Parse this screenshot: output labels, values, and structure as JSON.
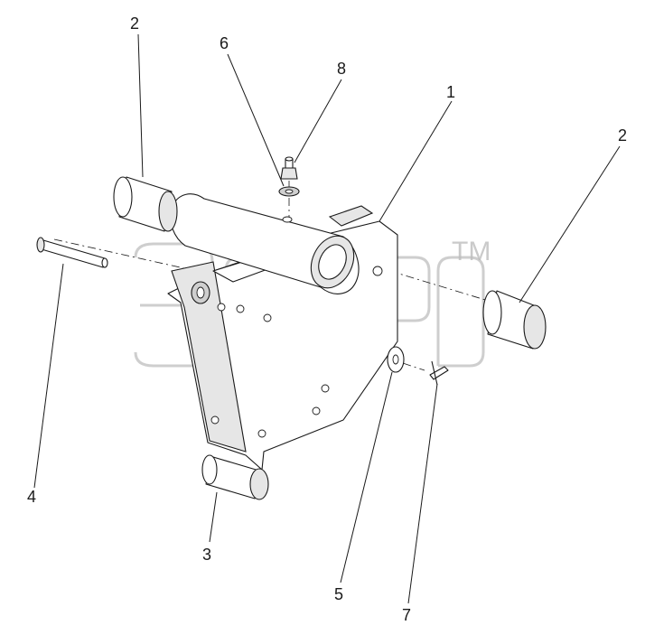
{
  "callouts": {
    "c1": "1",
    "c2_left": "2",
    "c2_right": "2",
    "c3": "3",
    "c4": "4",
    "c5": "5",
    "c6": "6",
    "c7": "7",
    "c8": "8"
  },
  "watermark": {
    "logo_letters": "элп",
    "trademark": "TM"
  },
  "colors": {
    "line": "#1a1a1a",
    "watermark": "#bdbdbd",
    "background": "#ffffff"
  }
}
